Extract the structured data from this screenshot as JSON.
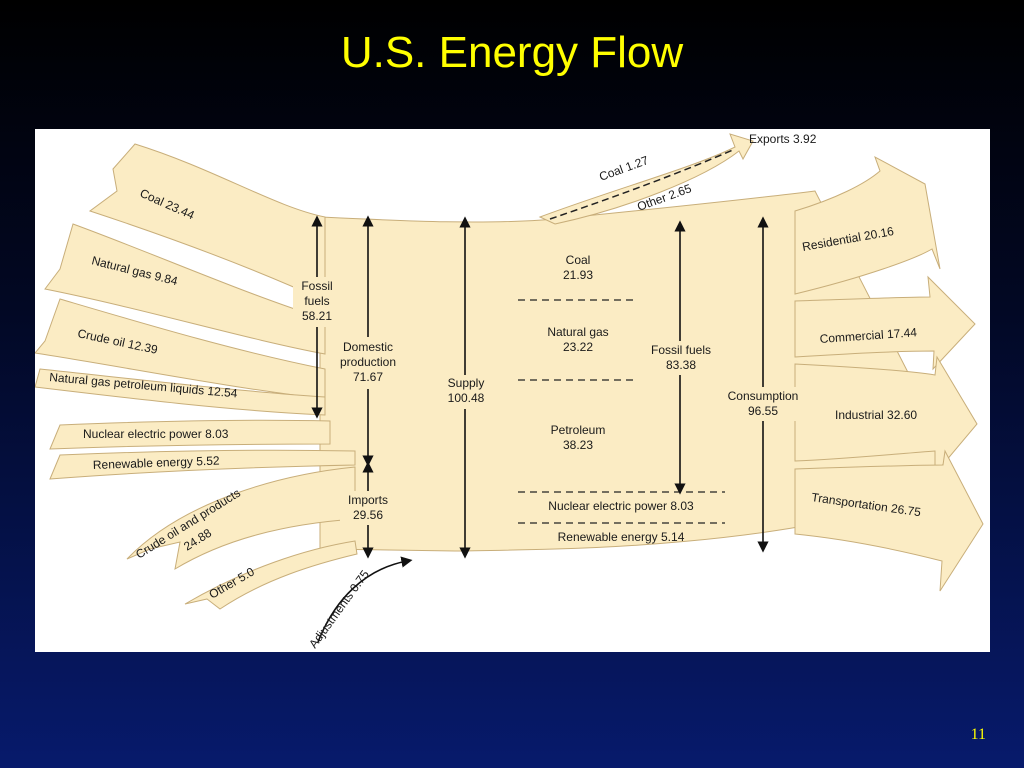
{
  "slide": {
    "title": "U.S. Energy Flow",
    "page_number": "11"
  },
  "diagram": {
    "colors": {
      "flow": "#fbecc4",
      "flow_edge": "#c8ae7a",
      "text": "#1a1a1a",
      "title": "#ffff00"
    },
    "sources": [
      {
        "name": "Coal",
        "value": "23.44"
      },
      {
        "name": "Natural gas",
        "value": "9.84"
      },
      {
        "name": "Crude oil",
        "value": "12.39"
      },
      {
        "name": "Natural gas petroleum liquids",
        "value": "12.54"
      },
      {
        "name": "Nuclear electric power",
        "value": "8.03"
      },
      {
        "name": "Renewable energy",
        "value": "5.52"
      }
    ],
    "imports_sources": [
      {
        "name": "Crude oil and products",
        "value": "24.88"
      },
      {
        "name": "Other",
        "value": "5.0"
      }
    ],
    "adjustments": {
      "name": "Adjustments",
      "value": "0.75"
    },
    "exports": {
      "label": "Exports 3.92",
      "coal": "Coal 1.27",
      "other": "Other 2.65"
    },
    "fossil_fuels_production": {
      "line1": "Fossil",
      "line2": "fuels",
      "value": "58.21"
    },
    "domestic_production": {
      "line1": "Domestic",
      "line2": "production",
      "value": "71.67"
    },
    "imports": {
      "label": "Imports",
      "value": "29.56"
    },
    "supply": {
      "label": "Supply",
      "value": "100.48"
    },
    "breakdown": [
      {
        "name": "Coal",
        "value": "21.93"
      },
      {
        "name": "Natural gas",
        "value": "23.22"
      },
      {
        "name": "Petroleum",
        "value": "38.23"
      }
    ],
    "breakdown_nuclear": "Nuclear electric power 8.03",
    "breakdown_renewable": "Renewable energy 5.14",
    "fossil_fuels_consumption": {
      "label": "Fossil fuels",
      "value": "83.38"
    },
    "consumption": {
      "label": "Consumption",
      "value": "96.55"
    },
    "sectors": [
      {
        "name": "Residential",
        "value": "20.16"
      },
      {
        "name": "Commercial",
        "value": "17.44"
      },
      {
        "name": "Industrial",
        "value": "32.60"
      },
      {
        "name": "Transportation",
        "value": "26.75"
      }
    ]
  }
}
